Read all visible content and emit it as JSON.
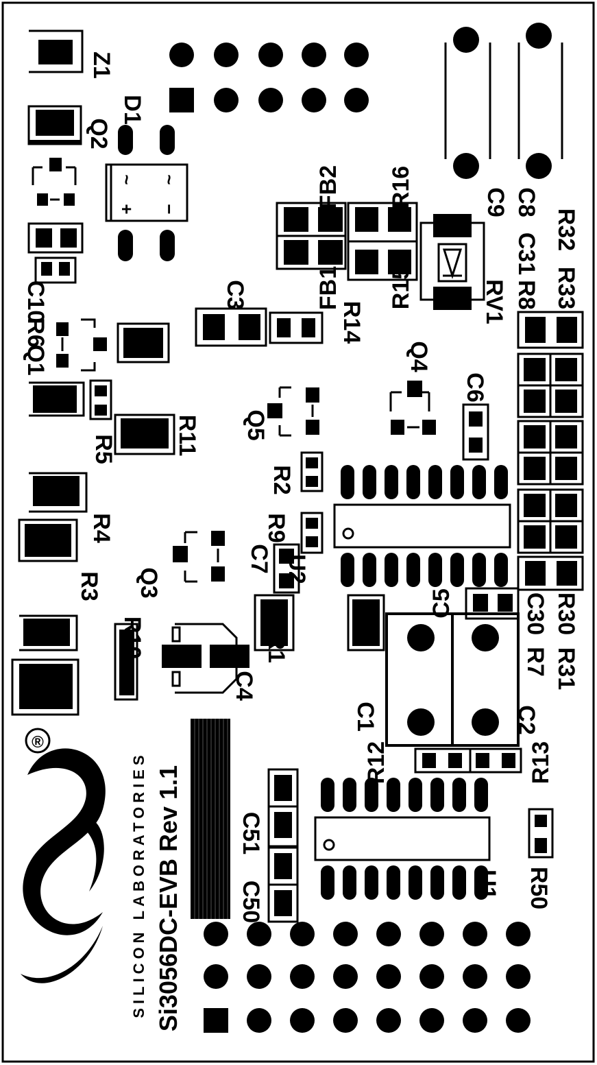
{
  "board": {
    "title": "Si3056DC-EVB Rev 1.1",
    "company": "SILICON LABORATORIES",
    "registered": "®"
  },
  "labels": {
    "Z1": "Z1",
    "D1": "D1",
    "Q2": "Q2",
    "C10": "C10",
    "R6": "R6",
    "Q1": "Q1",
    "R5": "R5",
    "R11": "R11",
    "R4": "R4",
    "R3": "R3",
    "Q3": "Q3",
    "R10": "R10",
    "C4": "C4",
    "R1": "R1",
    "C7": "C7",
    "U2": "U2",
    "R9": "R9",
    "R2": "R2",
    "Q5": "Q5",
    "C3": "C3",
    "R14": "R14",
    "FB2": "FB2",
    "FB1": "FB1",
    "R16": "R16",
    "R15": "R15",
    "C9": "C9",
    "C8": "C8",
    "RV1": "RV1",
    "C31": "C31",
    "R8": "R8",
    "R32": "R32",
    "R33": "R33",
    "Q4": "Q4",
    "C6": "C6",
    "C5": "C5",
    "C30": "C30",
    "R30": "R30",
    "R7": "R7",
    "R31": "R31",
    "C1": "C1",
    "C2": "C2",
    "R12": "R12",
    "R13": "R13",
    "C51": "C51",
    "C50": "C50",
    "U1": "U1",
    "R50": "R50"
  },
  "bridge": {
    "ac1": "~",
    "ac2": "~",
    "plus": "+",
    "minus": "−"
  }
}
